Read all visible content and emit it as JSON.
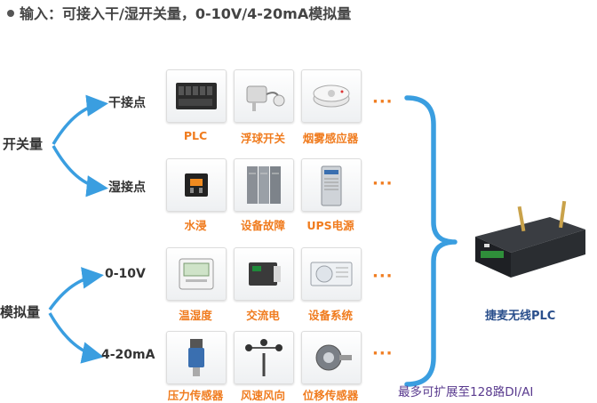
{
  "header": {
    "title": "输入：可接入干/湿开关量，0-10V/4-20mA模拟量"
  },
  "groups": [
    {
      "label": "开关量",
      "subs": [
        "干接点",
        "湿接点"
      ]
    },
    {
      "label": "模拟量",
      "subs": [
        "0-10V",
        "4-20mA"
      ]
    }
  ],
  "rows": [
    {
      "items": [
        {
          "label": "PLC",
          "icon": "plc-module-icon"
        },
        {
          "label": "浮球开关",
          "icon": "float-switch-icon"
        },
        {
          "label": "烟雾感应器",
          "icon": "smoke-detector-icon"
        }
      ]
    },
    {
      "items": [
        {
          "label": "水浸",
          "icon": "water-sensor-icon"
        },
        {
          "label": "设备故障",
          "icon": "equipment-cabinet-icon"
        },
        {
          "label": "UPS电源",
          "icon": "ups-icon"
        }
      ]
    },
    {
      "items": [
        {
          "label": "温湿度",
          "icon": "thermo-hygrometer-icon"
        },
        {
          "label": "交流电",
          "icon": "ac-transducer-icon"
        },
        {
          "label": "设备系统",
          "icon": "ac-unit-icon"
        }
      ]
    },
    {
      "items": [
        {
          "label": "压力传感器",
          "icon": "pressure-sensor-icon"
        },
        {
          "label": "风速风向",
          "icon": "anemometer-icon"
        },
        {
          "label": "位移传感器",
          "icon": "displacement-sensor-icon"
        }
      ]
    }
  ],
  "ellipsis": "···",
  "device": {
    "label": "捷麦无线PLC",
    "icon": "wireless-plc-device-icon"
  },
  "footer": {
    "note": "最多可扩展至128路DI/AI"
  },
  "colors": {
    "arrow": "#3a9ee0",
    "brace": "#3a9ee0",
    "caption": "#f07c1f",
    "plc_label": "#2a4f8c",
    "note": "#5a3b8f"
  }
}
